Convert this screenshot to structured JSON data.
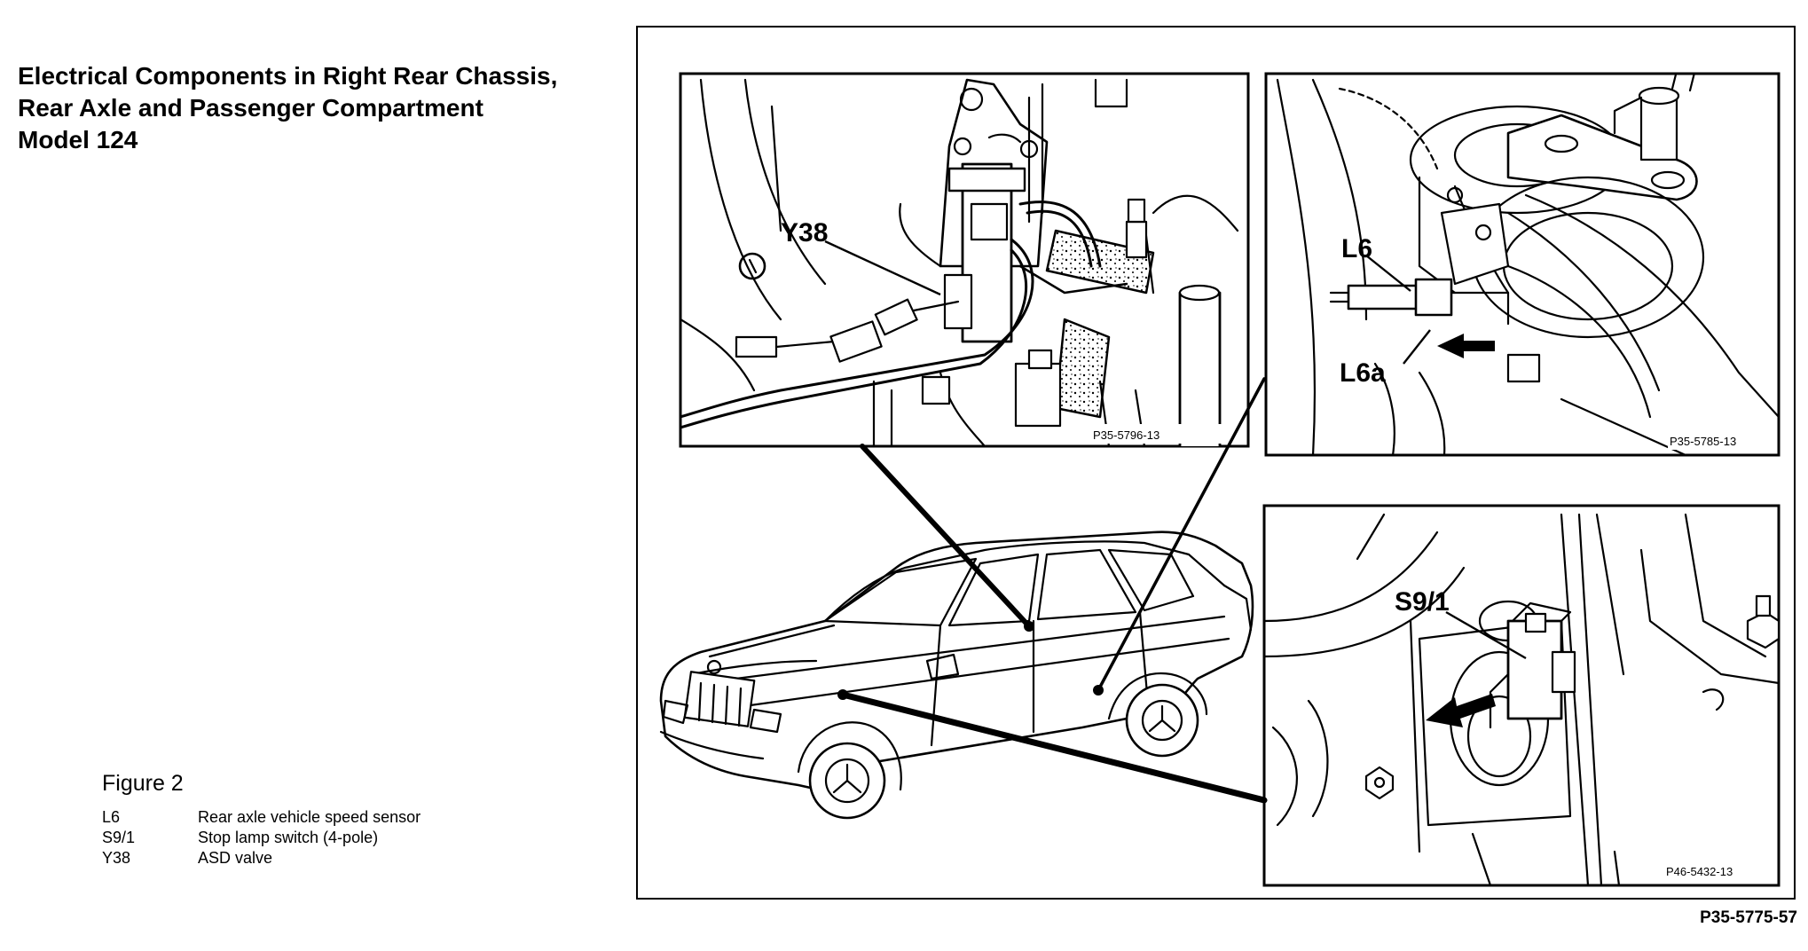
{
  "title": {
    "line1": "Electrical Components in Right Rear Chassis,",
    "line2": "Rear Axle and Passenger Compartment",
    "line3": "Model 124"
  },
  "legend": {
    "figure_label": "Figure 2",
    "items": [
      {
        "code": "L6",
        "description": "Rear axle vehicle speed sensor"
      },
      {
        "code": "S9/1",
        "description": "Stop lamp switch (4-pole)"
      },
      {
        "code": "Y38",
        "description": "ASD valve"
      }
    ]
  },
  "insets": {
    "asd_valve": {
      "callout": "Y38",
      "ref": "P35-5796-13"
    },
    "speed_sensor": {
      "callout_1": "L6",
      "callout_2": "L6a",
      "ref": "P35-5785-13"
    },
    "stop_lamp_switch": {
      "callout": "S9/1",
      "ref": "P46-5432-13"
    }
  },
  "figure_ref": "P35-5775-57"
}
